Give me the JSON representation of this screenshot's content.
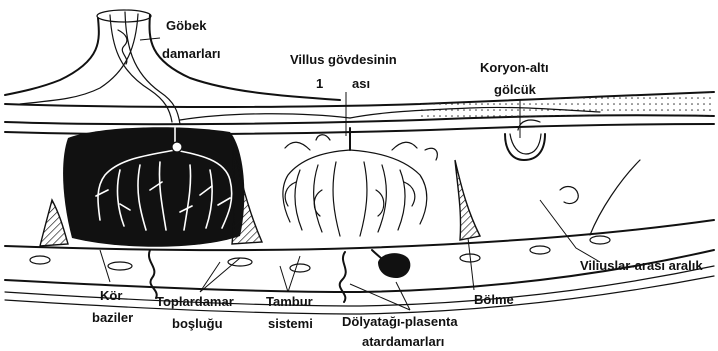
{
  "labels": {
    "umbilical": [
      "Göbek",
      "damarları"
    ],
    "stem_villus": [
      "Villus gövdesinin",
      "1",
      "ası"
    ],
    "subchorial": [
      "Koryon-altı",
      "gölcük"
    ],
    "intervillous": "Viliuslar-arası aralık",
    "basal": [
      "Kör",
      "baziler"
    ],
    "venous": [
      "Toplardamar",
      "boşluğu"
    ],
    "tambour": [
      "Tambur",
      "sistemi"
    ],
    "septum": "Bölme",
    "spiral": [
      "Dölyatağı-plasenta",
      "atardamarları"
    ]
  }
}
